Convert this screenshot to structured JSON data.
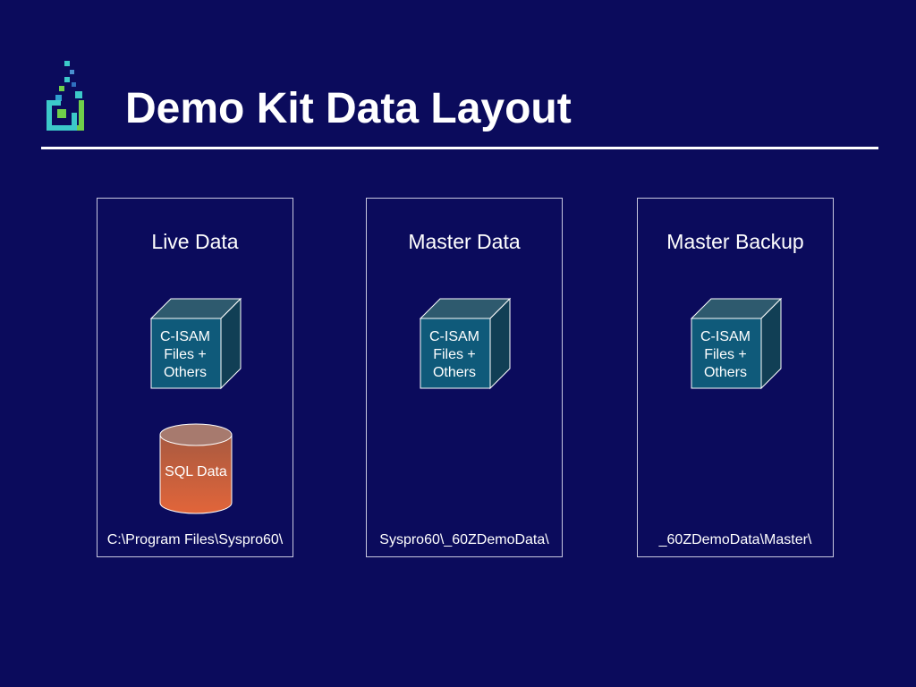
{
  "slide": {
    "title": "Demo Kit Data Layout"
  },
  "colors": {
    "background": "#0b0b5c",
    "cube_face": "#0f5a7a",
    "cylinder_body": "#d8603a",
    "logo_teal": "#3cc9c9",
    "logo_green": "#6fcf4a"
  },
  "panels": [
    {
      "label": "Live Data",
      "cube": {
        "line1": "C-ISAM",
        "line2": "Files +",
        "line3": "Others"
      },
      "database": {
        "label": "SQL Data"
      },
      "path": "C:\\Program Files\\Syspro60\\"
    },
    {
      "label": "Master Data",
      "cube": {
        "line1": "C-ISAM",
        "line2": "Files +",
        "line3": "Others"
      },
      "path": "Syspro60\\_60ZDemoData\\"
    },
    {
      "label": "Master Backup",
      "cube": {
        "line1": "C-ISAM",
        "line2": "Files +",
        "line3": "Others"
      },
      "path": "_60ZDemoData\\Master\\"
    }
  ]
}
